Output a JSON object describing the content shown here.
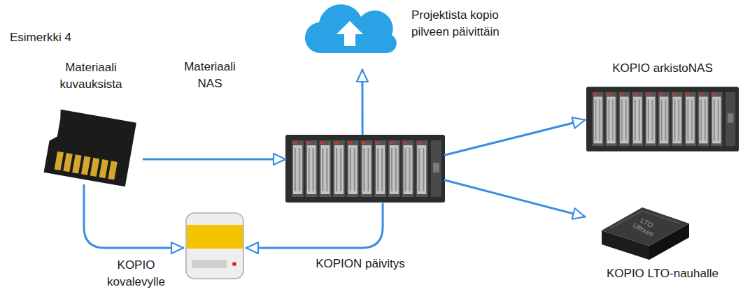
{
  "diagram": {
    "title": "Esimerkki 4",
    "nodes": [
      {
        "text": [
          "Materiaali kuvauksista"
        ]
      },
      {
        "text": [
          "Projektista kopio pilveen päivittäin"
        ]
      },
      {
        "text": []
      },
      {
        "text": [
          "KOPIO arkistoNAS"
        ]
      },
      {
        "text": []
      },
      {
        "text": [
          "KOPIO LTO-nauhalle"
        ]
      }
    ],
    "edges": [
      {
        "from": 0,
        "to": 2,
        "arrow": "to",
        "label": "Materiaali NAS"
      },
      {
        "from": 2,
        "to": 1,
        "arrow": "to"
      },
      {
        "from": 2,
        "to": 3,
        "arrow": "to"
      },
      {
        "from": 2,
        "to": 5,
        "arrow": "to"
      },
      {
        "from": 0,
        "to": 4,
        "arrow": "to",
        "label": "KOPIO kovalevylle"
      },
      {
        "from": 2,
        "to": 4,
        "arrow": "to",
        "label": "KOPION päivitys"
      }
    ],
    "labels": [
      "LTO Ultrium"
    ]
  }
}
